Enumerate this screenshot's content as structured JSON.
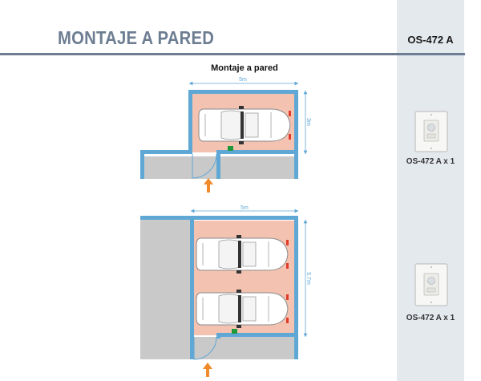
{
  "header": {
    "title": "MONTAJE A PARED",
    "model": "OS-472 A"
  },
  "diagram": {
    "subtitle": "Montaje a pared",
    "plan1": {
      "width_label": "5m",
      "depth_label": "3m"
    },
    "plan2": {
      "width_label": "5m",
      "depth_label": "5.7m"
    }
  },
  "sidebar": {
    "qty_1": "OS-472 A x 1",
    "qty_2": "OS-472 A x 1"
  },
  "colors": {
    "wall": "#5fa8d6",
    "floor": "#f3c2b0",
    "corridor": "#c9c9c9",
    "title": "#6d7d92",
    "arrow": "#f08a2b",
    "sensor": "#1c9a3b"
  }
}
